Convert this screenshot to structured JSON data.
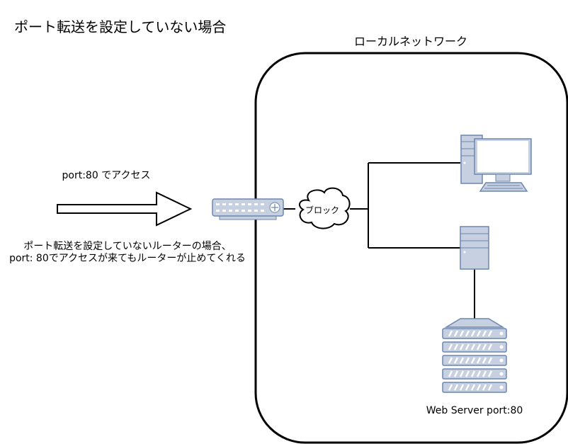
{
  "title": "ポート転送を設定していない場合",
  "local_network_label": "ローカルネットワーク",
  "access_label": "port:80 でアクセス",
  "note": {
    "line1": "ポート転送を設定していないルーターの場合、",
    "line2": "port: 80でアクセスが来てもルーターが止めてくれる"
  },
  "block_label": "ブロック",
  "web_server_label": "Web Server port:80",
  "icons": {
    "router": "router-icon",
    "cloud": "cloud-icon",
    "pc": "desktop-pc-icon",
    "tower": "tower-server-icon",
    "rack": "rack-server-icon",
    "arrow": "arrow-right-icon"
  },
  "colors": {
    "device_fill": "#c7d0e0",
    "device_stroke": "#6c86b0",
    "line": "#000000"
  }
}
